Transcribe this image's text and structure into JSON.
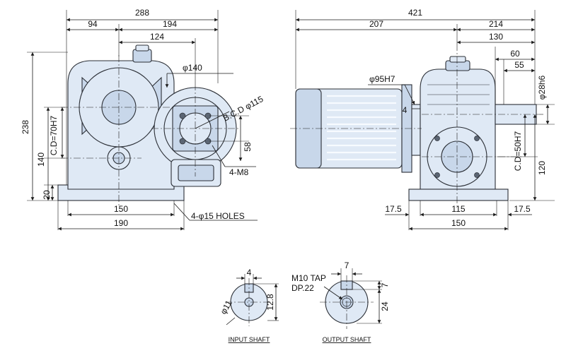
{
  "drawing": {
    "front_view": {
      "overall_length": "288",
      "left_to_center": "94",
      "center_to_right": "194",
      "center_to_motor": "124",
      "flange_dia": "φ140",
      "bcd": "B.C.D φ115",
      "bolt_spacing": "58",
      "mount_holes": "4-M8",
      "overall_height": "238",
      "shaft_height": "140",
      "center_distance": "C.D=70H7",
      "base_thickness": "20",
      "hole_pitch": "150",
      "base_width": "190",
      "base_holes": "4-φ15 HOLES"
    },
    "side_view": {
      "overall_length": "421",
      "motor_length": "207",
      "gearbox_length": "214",
      "shaft_to_end": "130",
      "shaft_length": "60",
      "key_length": "55",
      "output_shaft_dia": "φ28h6",
      "spigot_dia": "φ95H7",
      "spigot_depth": "4",
      "center_distance": "C.D=50H7",
      "shaft_height": "120",
      "base_left_margin": "17.5",
      "hole_pitch": "115",
      "base_right_margin": "17.5",
      "base_width": "150"
    },
    "input_shaft": {
      "key_width": "4",
      "key_height": "12.8",
      "diameter": "φ11",
      "caption": "INPUT SHAFT"
    },
    "output_shaft": {
      "tap": "M10 TAP",
      "tap_depth": "DP.22",
      "key_width": "7",
      "key_depth": "7",
      "diameter": "24",
      "caption": "OUTPUT SHAFT"
    },
    "colors": {
      "body": "#dfe9f5",
      "body_shade": "#c8d7ea",
      "line": "#2b2f36"
    }
  }
}
